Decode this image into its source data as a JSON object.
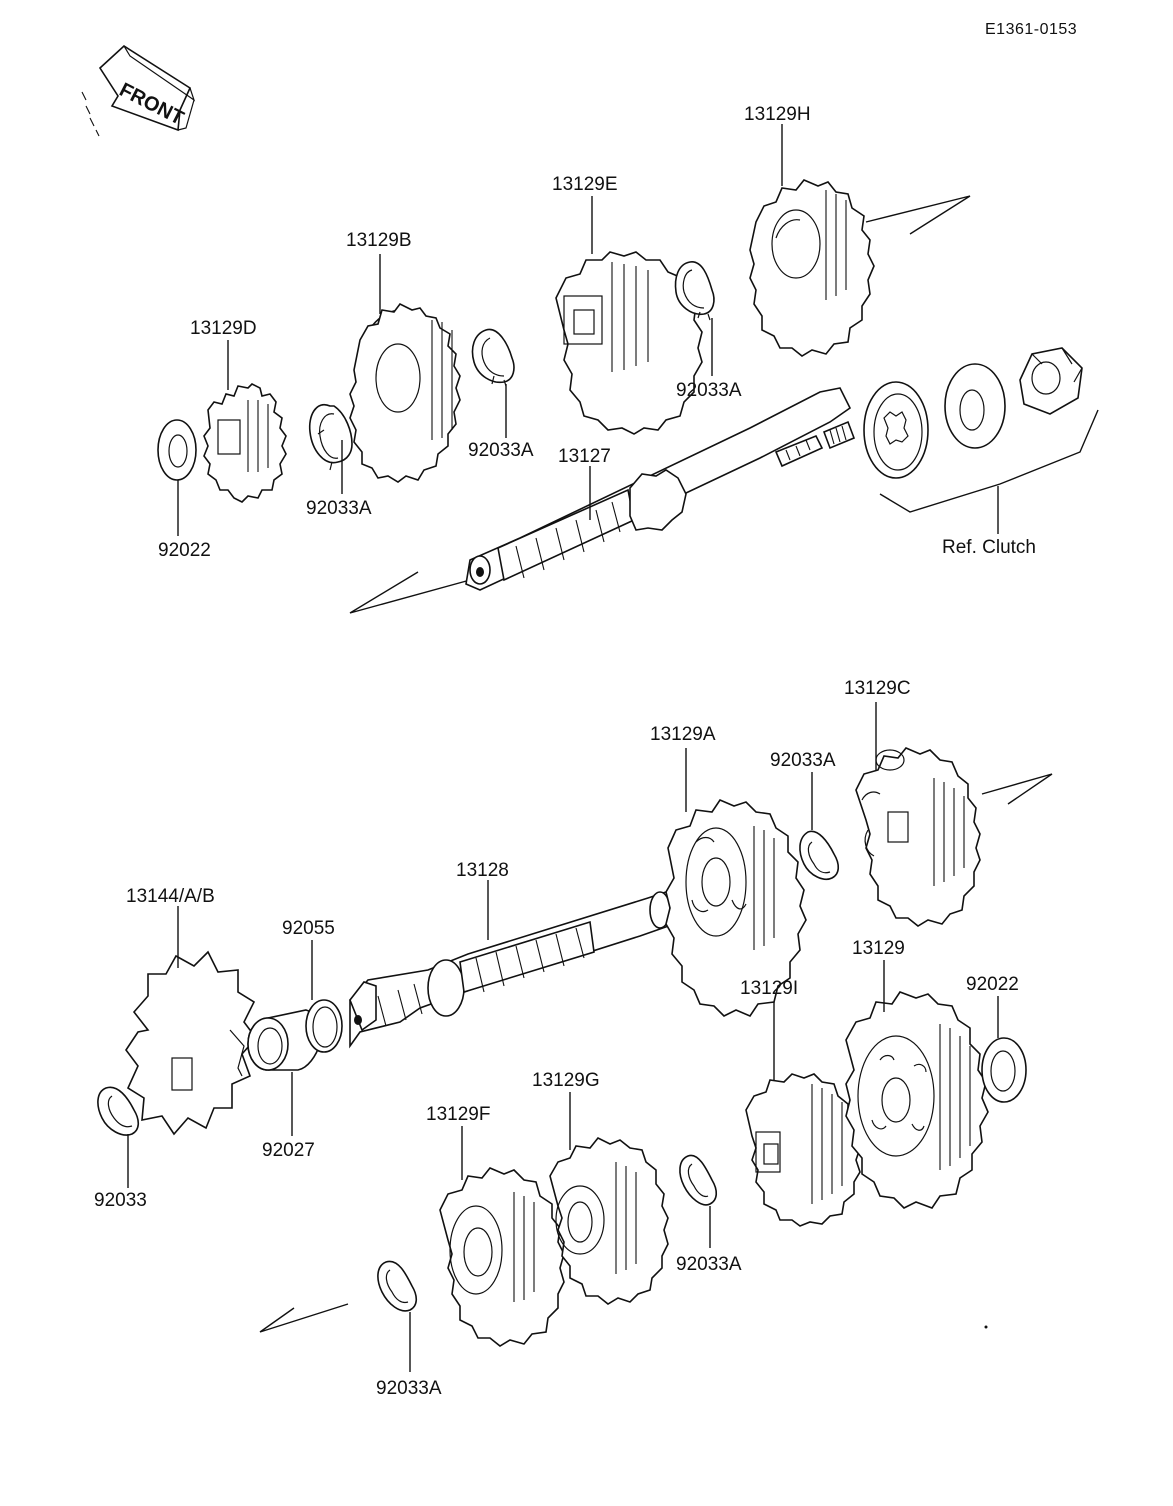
{
  "document_id": "E1361-0153",
  "front_label": "FRONT",
  "ref_note": "Ref. Clutch",
  "parts": {
    "p92022_top": "92022",
    "p13129D": "13129D",
    "p92033A_a": "92033A",
    "p13129B": "13129B",
    "p92033A_b": "92033A",
    "p13127": "13127",
    "p13129E": "13129E",
    "p92033A_c": "92033A",
    "p13129H": "13129H",
    "p13129C": "13129C",
    "p92033A_d": "92033A",
    "p13129A": "13129A",
    "p13128": "13128",
    "p92055": "92055",
    "p13144": "13144/A/B",
    "p92033": "92033",
    "p92027": "92027",
    "p13129F": "13129F",
    "p92033A_e": "92033A",
    "p13129G": "13129G",
    "p92033A_f": "92033A",
    "p13129I": "13129I",
    "p13129": "13129",
    "p92022_bot": "92022"
  }
}
